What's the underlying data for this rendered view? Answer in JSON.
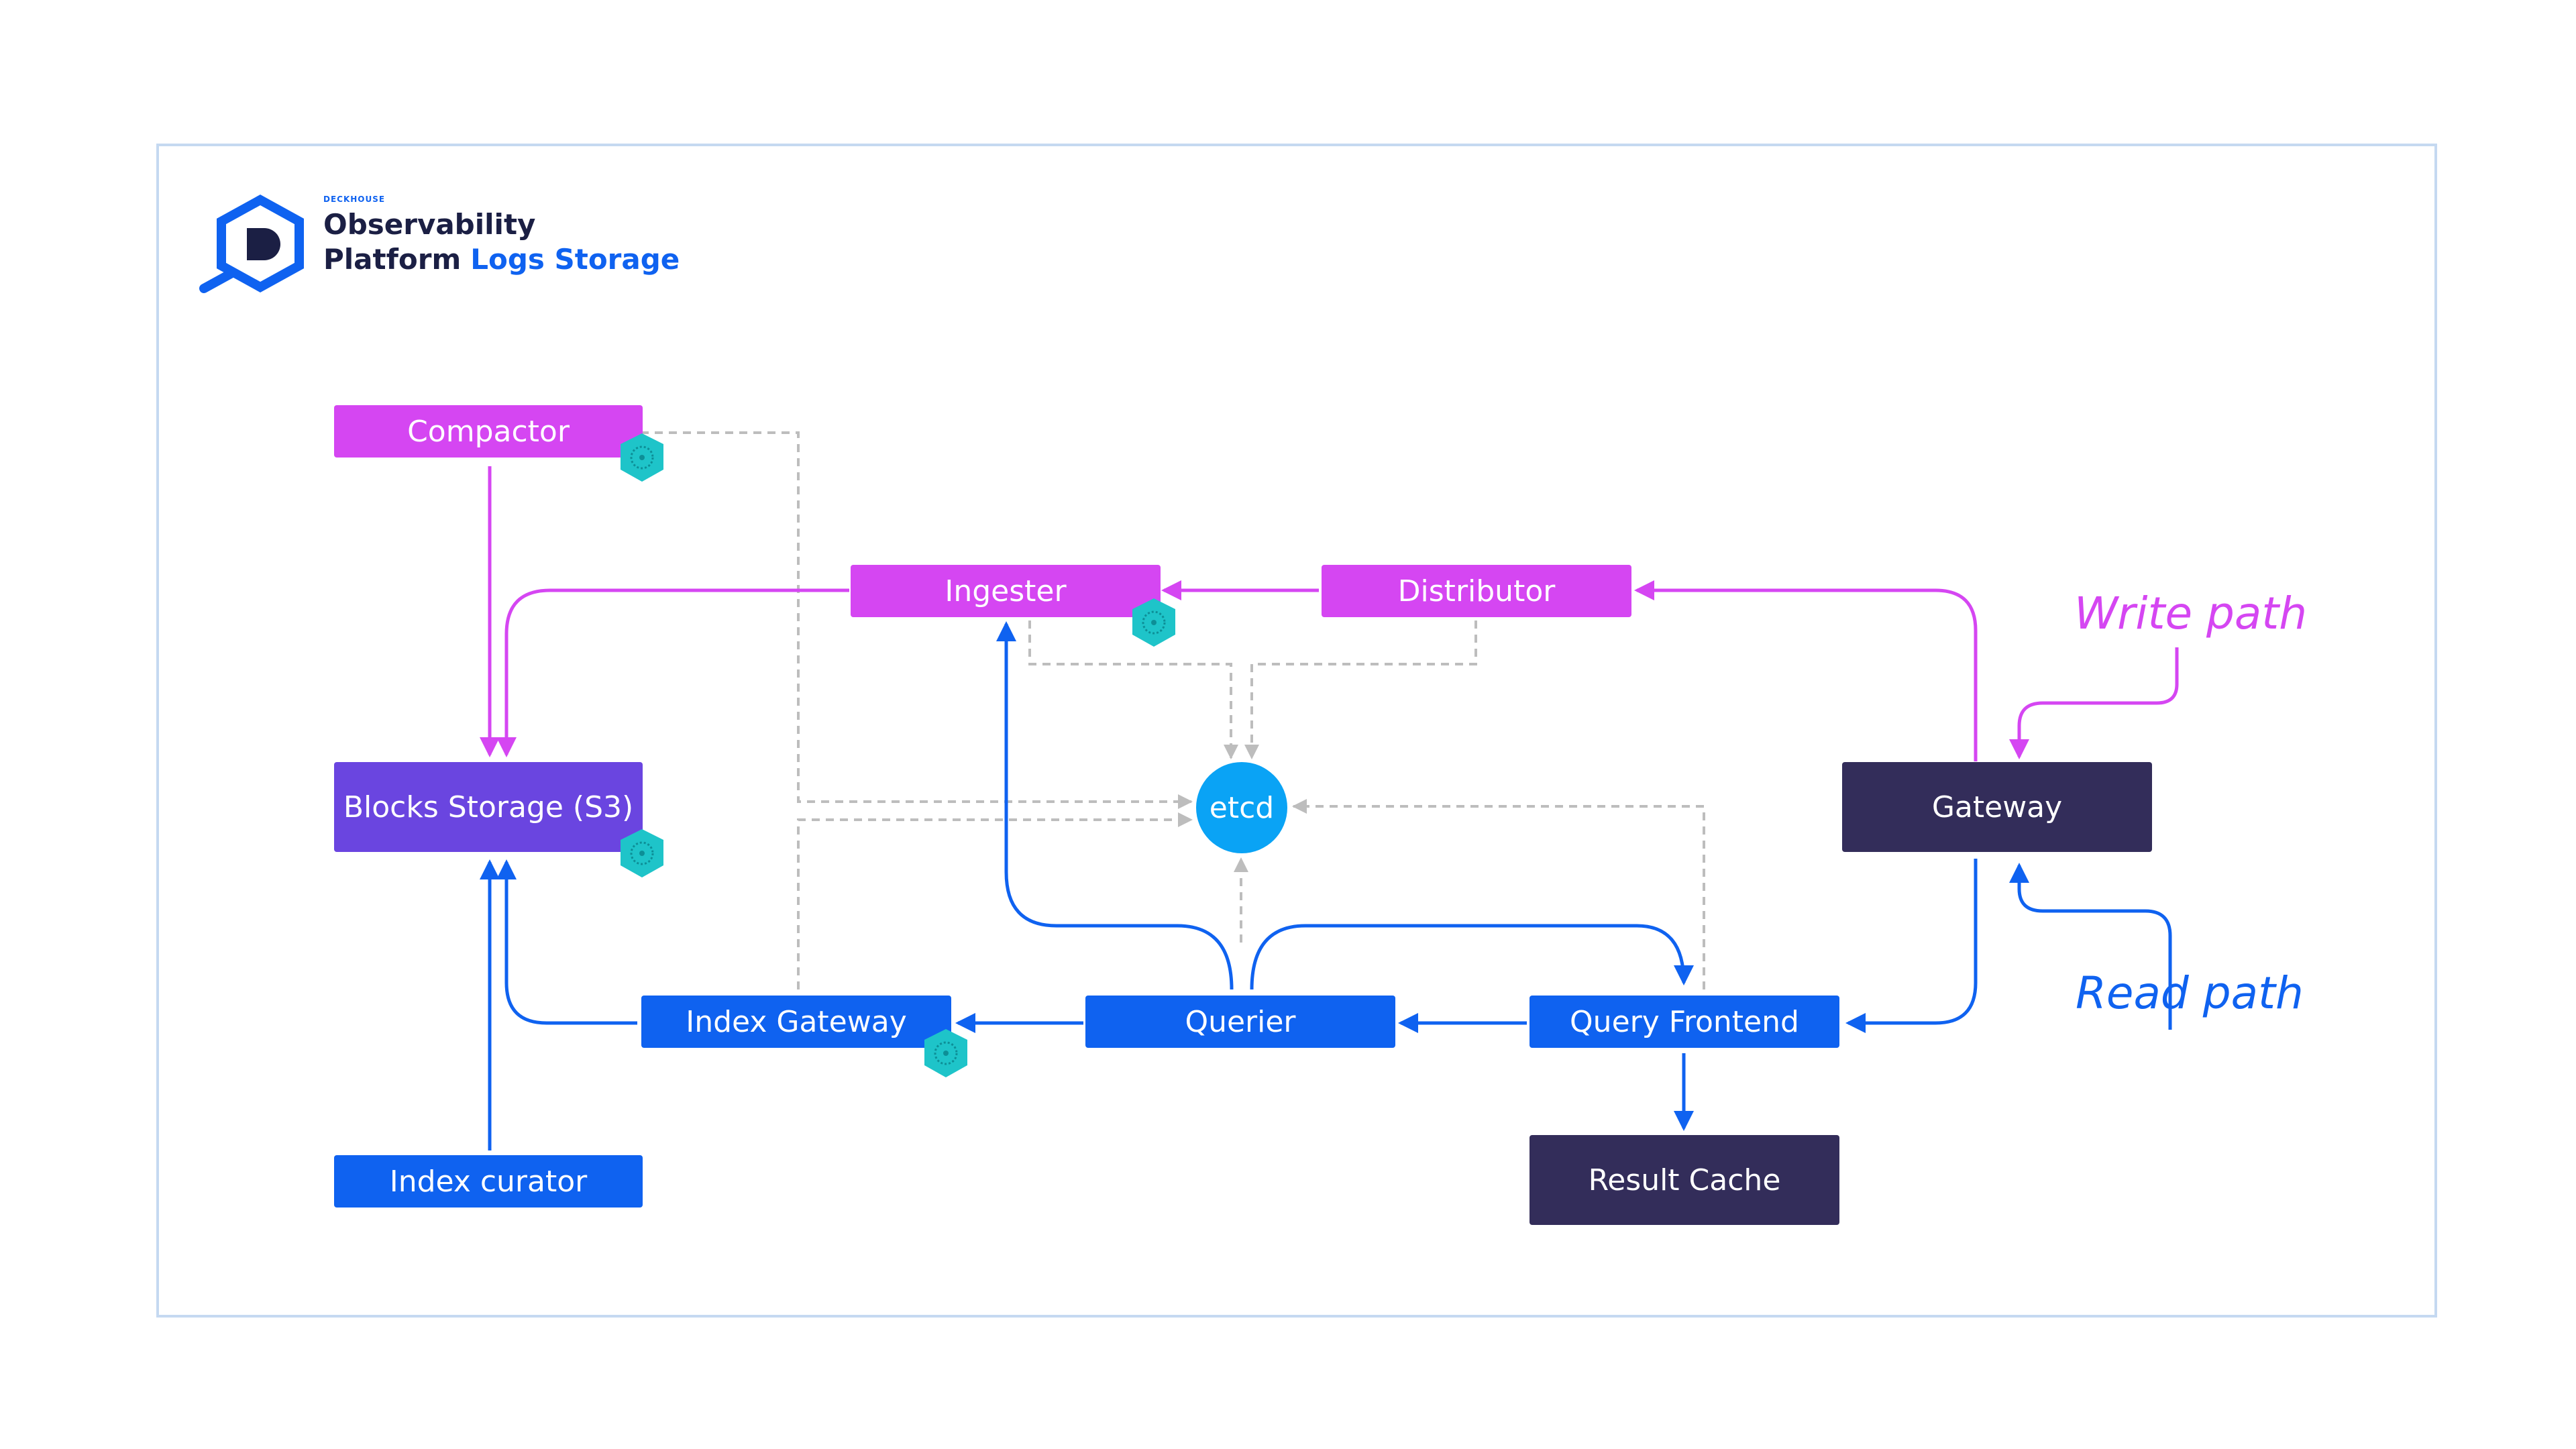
{
  "brand": {
    "company": "DECKHOUSE",
    "line1": "Observability",
    "line2": "Platform",
    "product": "Logs Storage"
  },
  "colors": {
    "write_path": "#d546f2",
    "read_path": "#0f62f0",
    "storage": "#6a45e0",
    "external": "#332d5a",
    "etcd": "#0aa3f5",
    "dependency_line": "#bdbdbd",
    "frame": "#c5d9f1"
  },
  "nodes": {
    "compactor": "Compactor",
    "ingester": "Ingester",
    "distributor": "Distributor",
    "blocks_storage": "Blocks Storage (S3)",
    "etcd": "etcd",
    "gateway": "Gateway",
    "index_gateway": "Index Gateway",
    "querier": "Querier",
    "query_frontend": "Query Frontend",
    "index_curator": "Index curator",
    "result_cache": "Result Cache"
  },
  "labels": {
    "write_path": "Write path",
    "read_path": "Read path"
  },
  "icons": {
    "logo": "deckhouse-hexagon-d-icon",
    "kubernetes_badge": "kubernetes-helm-icon"
  }
}
